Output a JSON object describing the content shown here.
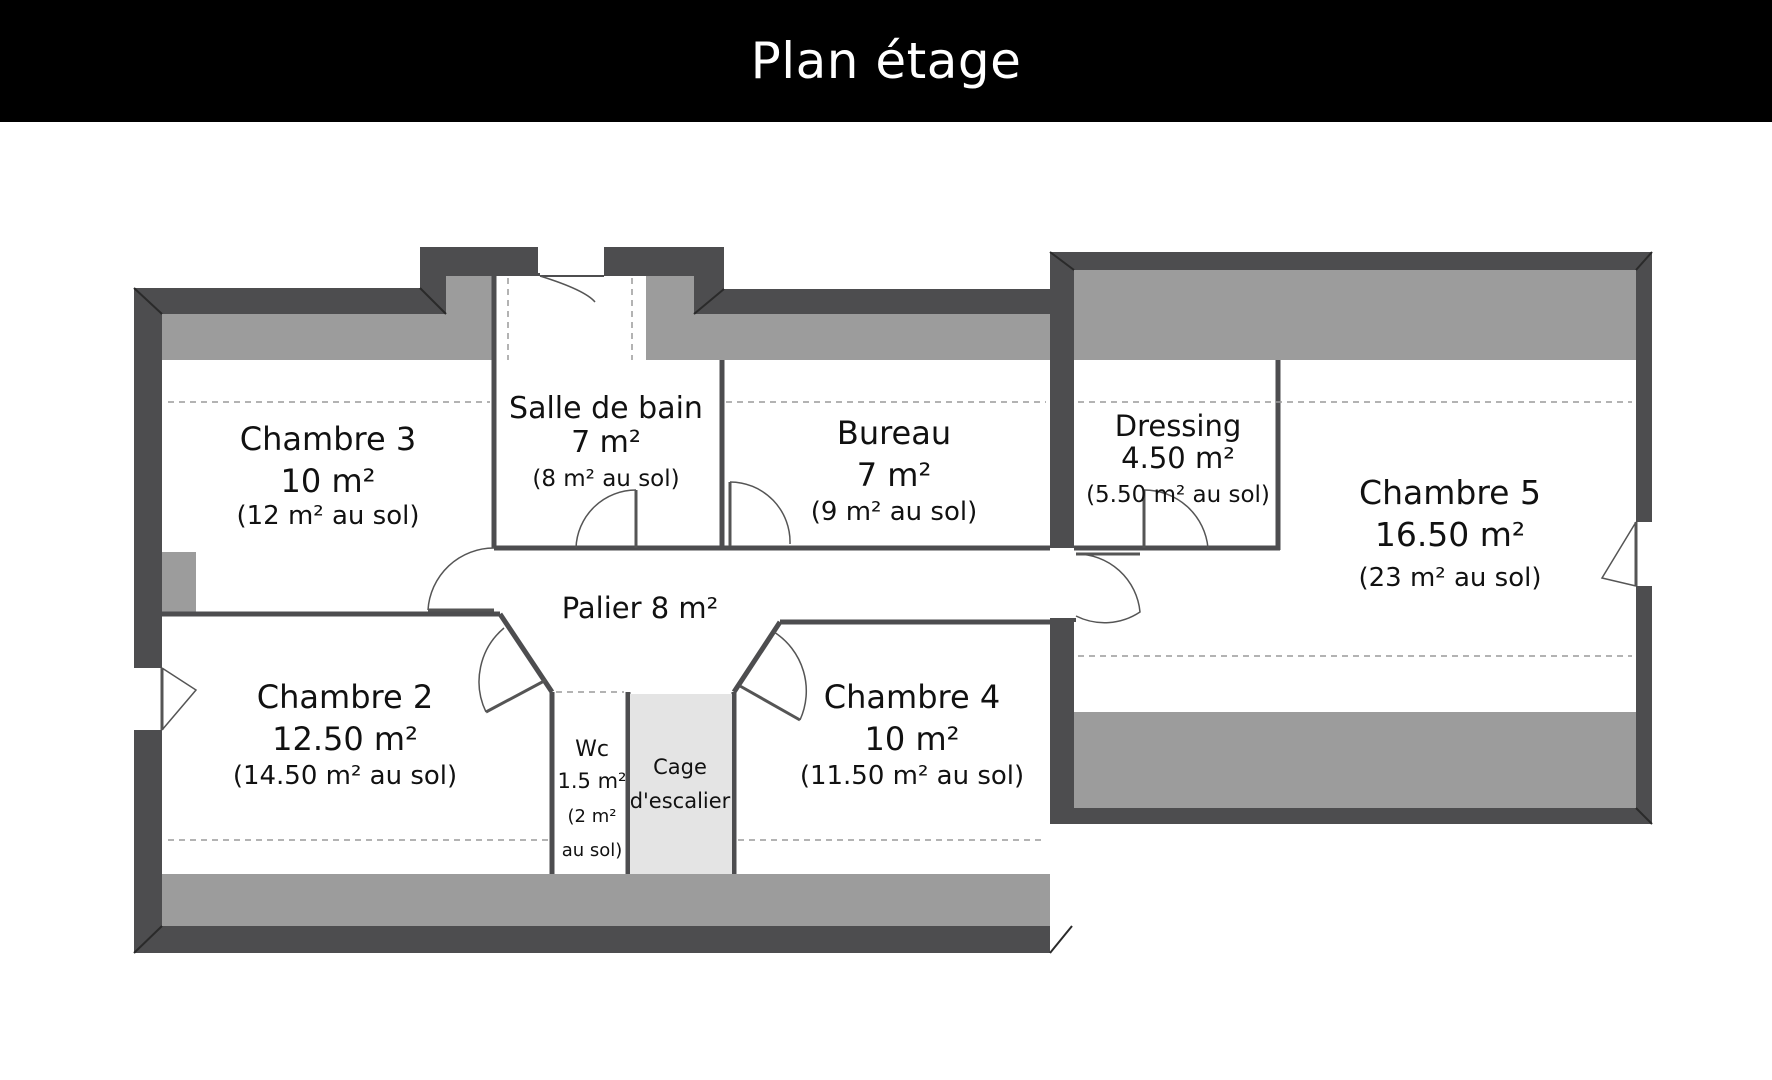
{
  "title": "Plan étage",
  "colors": {
    "wall": "#4d4d4f",
    "roof_zone": "#9c9c9c",
    "stair": "#e4e4e4",
    "background": "#ffffff",
    "title_bar": "#000000"
  },
  "rooms": {
    "chambre3": {
      "name": "Chambre 3",
      "area": "10 m²",
      "floor": "(12 m² au sol)"
    },
    "salle_de_bain": {
      "name": "Salle de bain",
      "area": "7 m²",
      "floor": "(8 m² au sol)"
    },
    "bureau": {
      "name": "Bureau",
      "area": "7 m²",
      "floor": "(9 m² au sol)"
    },
    "dressing": {
      "name": "Dressing",
      "area": "4.50 m²",
      "floor": "(5.50 m² au sol)"
    },
    "chambre5": {
      "name": "Chambre 5",
      "area": "16.50 m²",
      "floor": "(23 m² au sol)"
    },
    "palier": {
      "name": "Palier 8 m²"
    },
    "chambre2": {
      "name": "Chambre 2",
      "area": "12.50 m²",
      "floor": "(14.50 m² au sol)"
    },
    "wc": {
      "name": "Wc",
      "area": "1.5 m²",
      "floor1": "(2 m²",
      "floor2": "au sol)"
    },
    "cage": {
      "line1": "Cage",
      "line2": "d'escalier"
    },
    "chambre4": {
      "name": "Chambre 4",
      "area": "10 m²",
      "floor": "(11.50 m² au sol)"
    }
  }
}
